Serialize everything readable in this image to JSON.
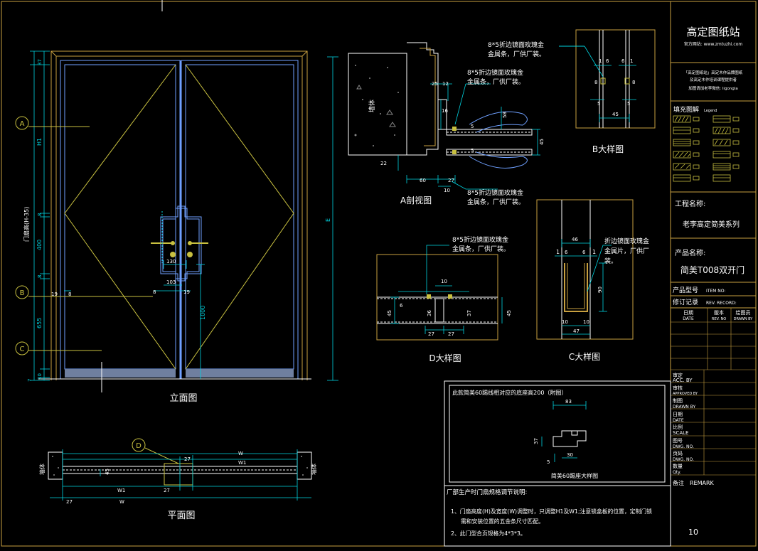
{
  "colors": {
    "background": "#000000",
    "frame": "#c8a040",
    "door": "#6fa0ff",
    "dimension": "#00d4e0",
    "pattern": "#c8c040",
    "text": "#ffffff",
    "wall": "#ffffff"
  },
  "title_block": {
    "brand": "高定图纸站",
    "website": "官方网站: www.zmtuzhi.com",
    "notice_line1": "「高定图纸站」高定木作品牌图纸",
    "notice_line2": "及高定木作培训课程提供者",
    "notice_line3": "加图请加老李微信: ligongla",
    "legend_title": "填充图解",
    "legend_en": "Legend",
    "project_label": "工程名称:",
    "project_name": "老李高定简美系列",
    "product_label": "产品名称:",
    "product_name": "简美T008双开门",
    "item_no_label": "产品型号",
    "item_no_en": "ITEM NO:",
    "rev_label": "修订记录",
    "rev_en": "REV. RECORD:",
    "rev_date": "日期",
    "rev_date_en": "DATE",
    "rev_ver": "版本",
    "rev_ver_en": "REV. NO",
    "rev_draw": "绘图员",
    "rev_draw_en": "DRAWN BY",
    "acc_label": "审定",
    "acc_en": "ACC. BY",
    "approved_label": "审核",
    "approved_en": "APPROVED BY",
    "drawn_label": "制图",
    "drawn_en": "DRAWN BY",
    "date_label": "日期",
    "date_en": "DATE",
    "scale_label": "比例",
    "scale_en": "SCALE",
    "dwgno_label": "图号",
    "dwgno_en": "DWG. NO.",
    "dwgno2_label": "页码",
    "dwgno2_en": "DWG. NO.",
    "qty_label": "数量",
    "qty_en": "Qty.",
    "remark_label": "备注",
    "remark_en": "REMARK",
    "page_number": "10"
  },
  "elevation": {
    "title": "立面图",
    "marker_a": "A",
    "marker_b": "B",
    "marker_c": "C",
    "height_label": "门扇高(H-35)",
    "total_label": "E",
    "dim_37": "37",
    "dim_h1": "H1",
    "dim_8a": "8",
    "dim_400": "400",
    "dim_8b": "8",
    "dim_655": "655",
    "dim_30": "30",
    "dim_7": "7",
    "dim_130": "130",
    "dim_103": "103",
    "dim_19a": "19",
    "dim_8c": "8",
    "dim_8d": "8",
    "dim_19b": "19",
    "dim_1000": "1000"
  },
  "section_a": {
    "title": "A剖视图",
    "wall_label": "墙体",
    "callout_top": "8*5折边镜面玫瑰金",
    "callout_top2": "金属条，厂供厂装。",
    "callout_mid": "8*5折边镜面玫瑰金",
    "callout_mid2": "金属条，厂供厂装。",
    "callout_bot": "8*5折边镜面玫瑰金",
    "callout_bot2": "金属条，厂供厂装。",
    "dim_25": "25",
    "dim_12": "12",
    "dim_16": "16",
    "dim_60": "60",
    "dim_27": "27",
    "dim_10": "10",
    "dim_22": "22",
    "dim_5a": "5",
    "dim_45": "45",
    "dim_5b": "5",
    "dim_58": "58"
  },
  "detail_b": {
    "title": "B大样图",
    "dim_1a": "1",
    "dim_6a": "6",
    "dim_6b": "6",
    "dim_1b": "1",
    "dim_8a": "8",
    "dim_8b": "8",
    "dim_5a": "5",
    "dim_5b": "5",
    "dim_45": "45"
  },
  "detail_c": {
    "title": "C大样图",
    "callout": "折边镜面玫瑰金",
    "callout2": "金属片，厂供厂",
    "callout3": "装。",
    "dim_46": "46",
    "dim_1a": "1",
    "dim_6a": "6",
    "dim_6b": "6",
    "dim_1b": "1",
    "dim_90": "90",
    "dim_10a": "10",
    "dim_10b": "10",
    "dim_47": "47"
  },
  "detail_d": {
    "title": "D大样图",
    "callout": "8*5折边镜面玫瑰金",
    "callout2": "金属条，厂供厂装。",
    "dim_10": "10",
    "dim_45a": "45",
    "dim_45b": "45",
    "dim_36": "36",
    "dim_37": "37",
    "dim_27a": "27",
    "dim_27b": "27",
    "dim_6": "6"
  },
  "plan": {
    "title": "平面图",
    "marker_d": "D",
    "wall_label_left": "墙体",
    "wall_label_right": "墙体",
    "dim_w": "W",
    "dim_w1": "W1",
    "dim_27a": "27",
    "dim_27b": "27",
    "dim_27c": "27",
    "dim_w1b": "W1",
    "dim_wb": "W",
    "dim_45": "45"
  },
  "base_detail": {
    "note": "此款简美60踢线相对应的底座高200（附图）",
    "dim_83": "83",
    "dim_37": "37",
    "dim_30": "30",
    "dim_5": "5",
    "title": "简美60踢座大样图"
  },
  "notes": {
    "heading": "厂部生产时门扇规格调节说明:",
    "line1": "1、门扇高度(H)及宽度(W)调整时，只调整H1及W1;注意锁盒板的位置，定制门锁",
    "line1b": "需和安装位置的五金条尺寸匹配。",
    "line2": "2、此门型合页规格为4*3*3。"
  }
}
